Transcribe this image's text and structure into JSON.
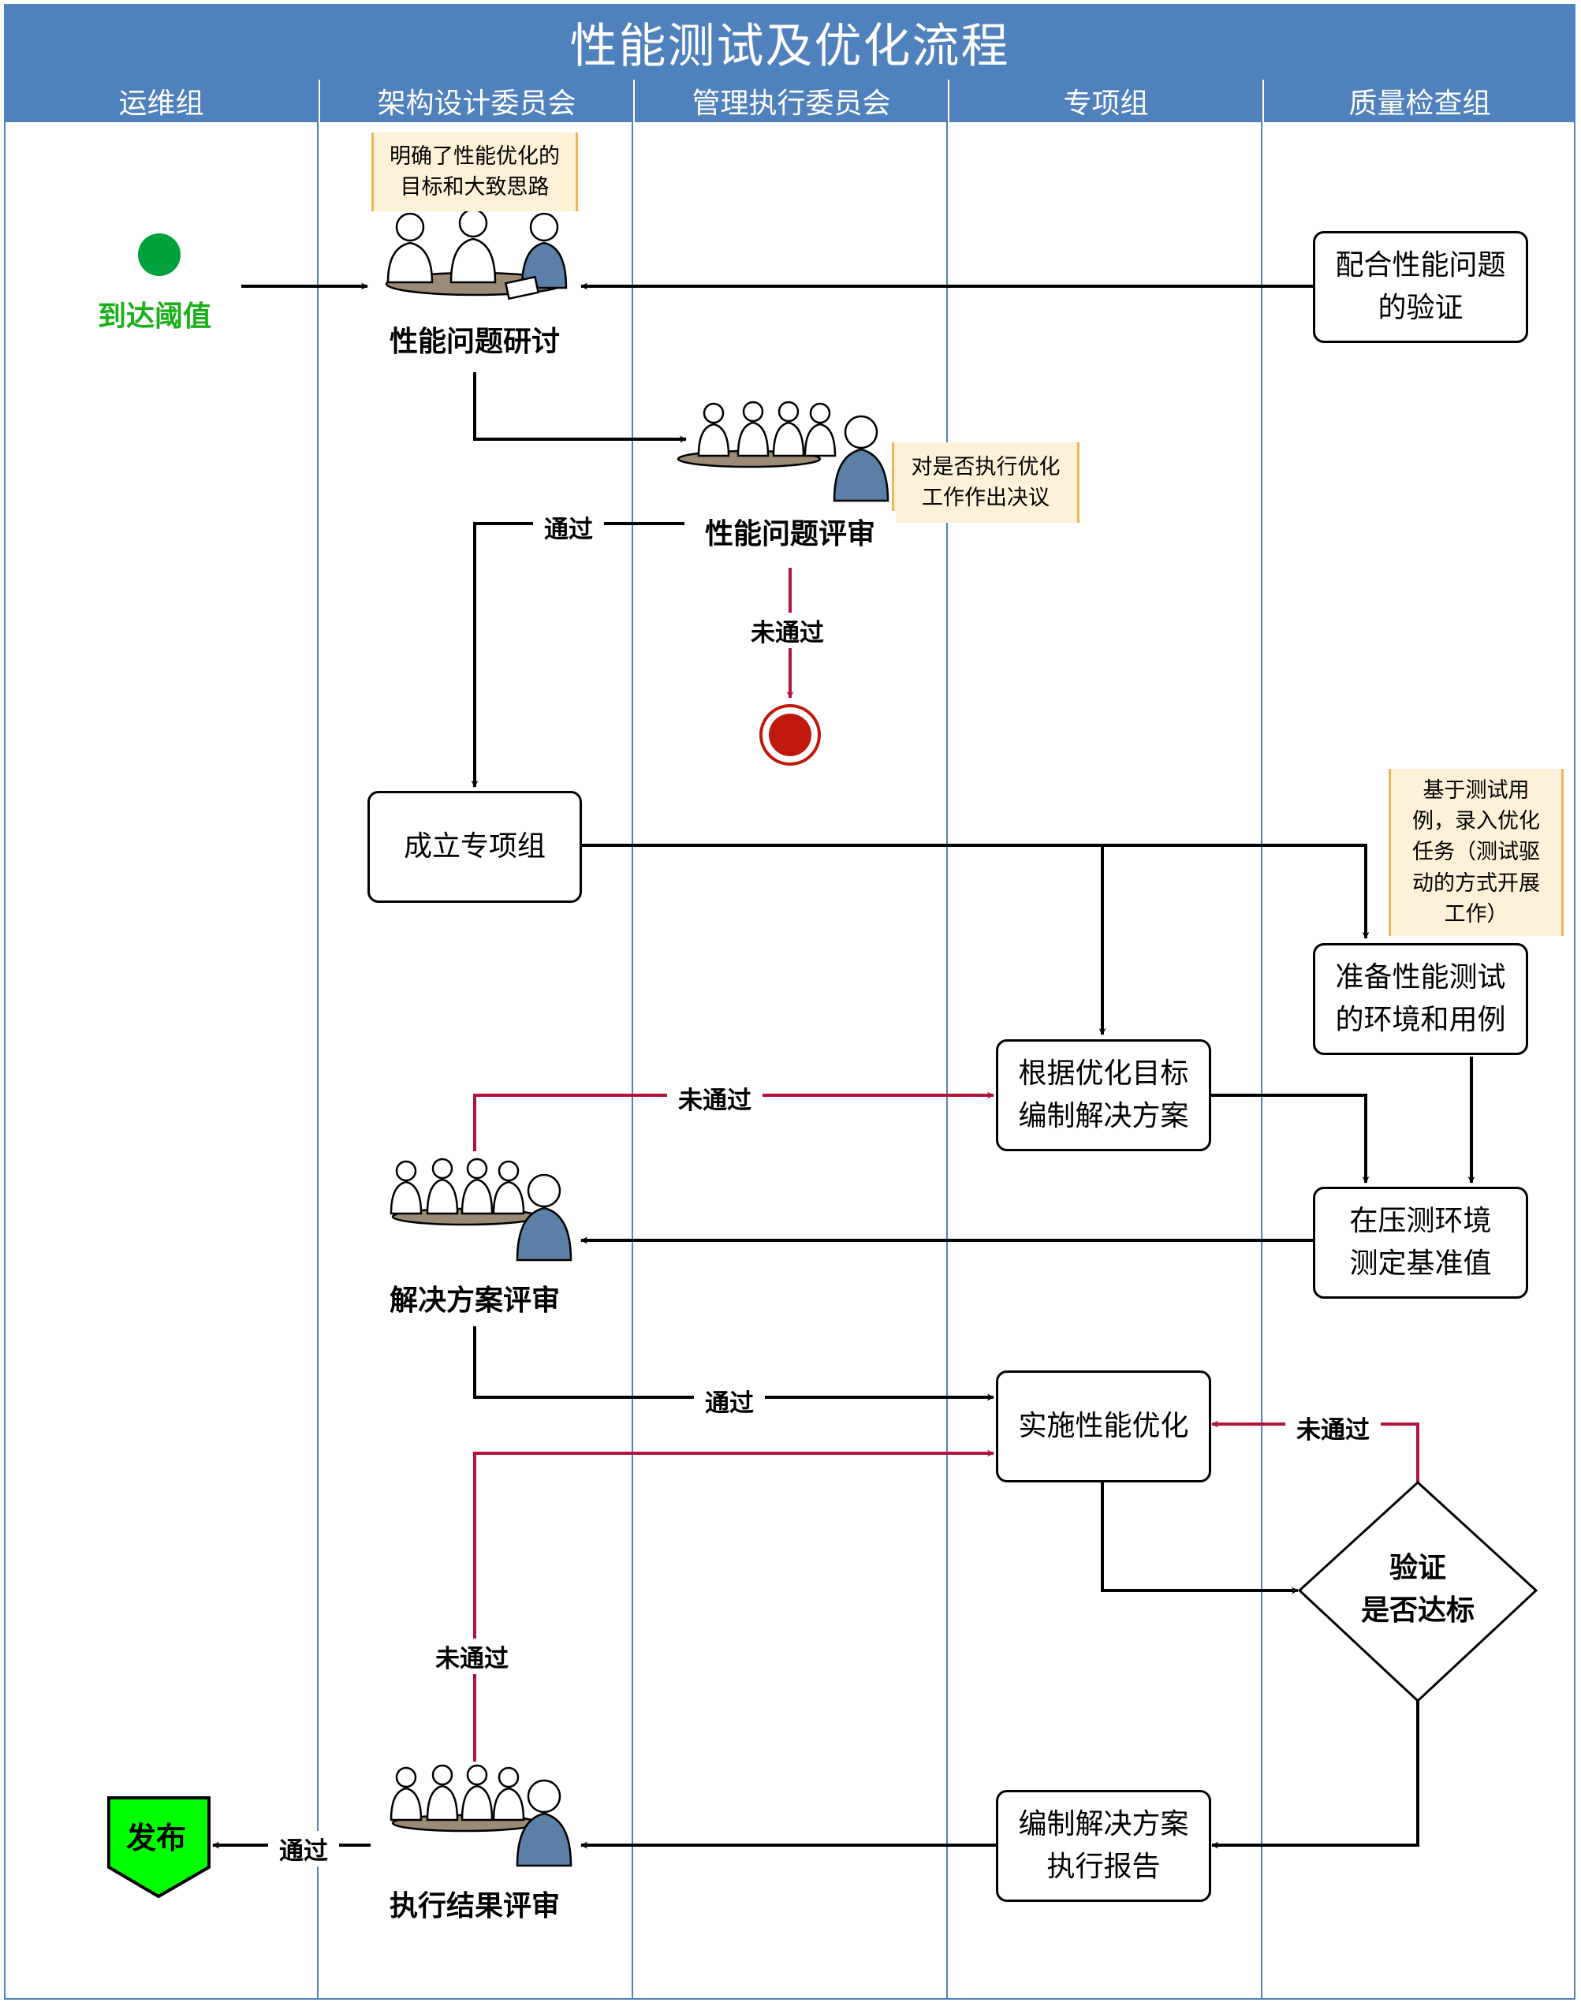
{
  "title": "性能测试及优化流程",
  "lanes": [
    "运维组",
    "架构设计委员会",
    "管理执行委员会",
    "专项组",
    "质量检查组"
  ],
  "start_label": "到达阈值",
  "notes": {
    "clear_goal": "明确了性能优化的\n目标和大致思路",
    "decide": "对是否执行优化\n工作作出决议",
    "test_case": "基于测试用\n例，录入优化\n任务（测试驱\n动的方式开展\n工作）"
  },
  "meetings": {
    "discuss": "性能问题研讨",
    "review": "性能问题评审",
    "solution_review": "解决方案评审",
    "result_review": "执行结果评审"
  },
  "boxes": {
    "cooperate": "配合性能问题\n的验证",
    "form_group": "成立专项组",
    "prepare_env": "准备性能测试\n的环境和用例",
    "plan": "根据优化目标\n编制解决方案",
    "baseline": "在压测环境\n测定基准值",
    "implement": "实施性能优化",
    "report": "编制解决方案\n执行报告"
  },
  "decision": "验证\n是否达标",
  "publish": "发布",
  "edge_labels": {
    "pass_review": "通过",
    "fail_review": "未通过",
    "fail_solution": "未通过",
    "pass_solution": "通过",
    "fail_verify": "未通过",
    "fail_result": "未通过",
    "pass_result": "通过"
  },
  "colors": {
    "lane": "#4f81bd",
    "start": "#00a03c",
    "start_text": "#19b019",
    "end": "#c0180c",
    "reject": "#b3123b",
    "publish": "#00ff00",
    "note_fill": "#fdf2d8",
    "note_border": "#f0b458",
    "person_fill": "#5b7fa6",
    "table": "#9b8b76"
  }
}
